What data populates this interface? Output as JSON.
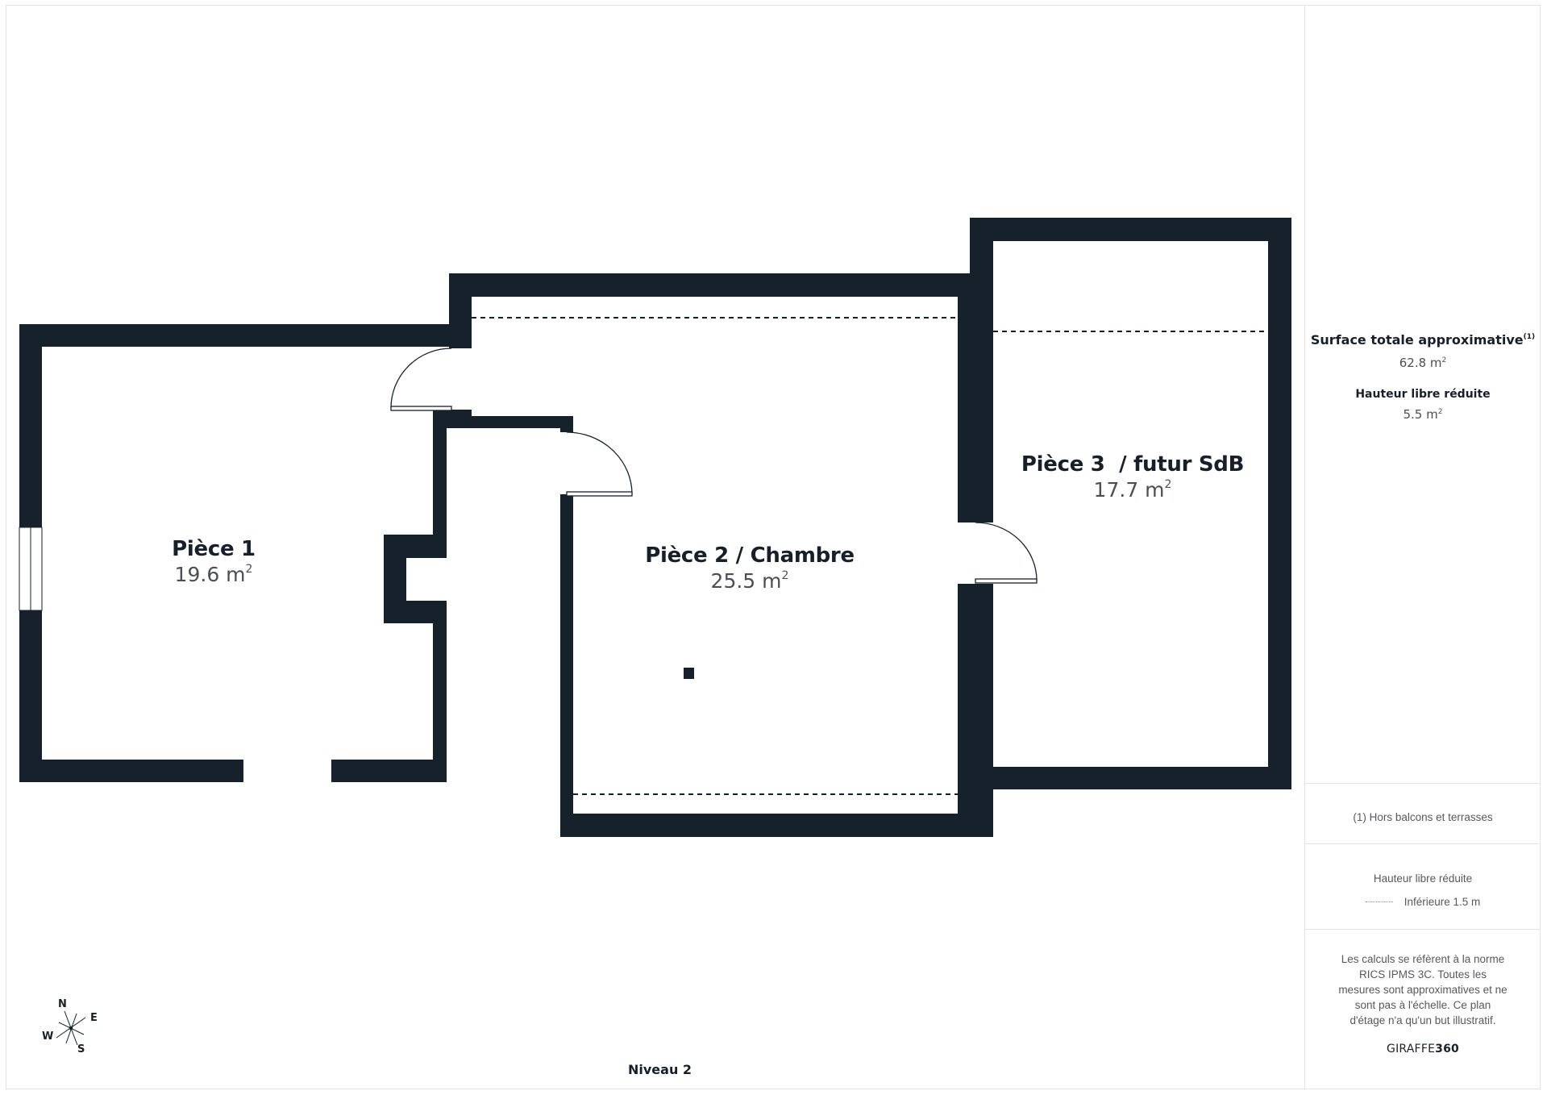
{
  "plan": {
    "level": "Niveau 2",
    "wall_color": "#17212b",
    "rooms": [
      {
        "name": "Pièce 1",
        "area_value": "19.6 m",
        "area_unit_sup": "2"
      },
      {
        "name": "Pièce 2 / Chambre",
        "area_value": "25.5 m",
        "area_unit_sup": "2"
      },
      {
        "name": "Pièce 3  / futur SdB",
        "area_value": "17.7 m",
        "area_unit_sup": "2"
      }
    ],
    "compass": {
      "n": "N",
      "e": "E",
      "s": "S",
      "w": "W"
    }
  },
  "panel": {
    "total_title": "Surface totale approximative",
    "total_title_sup": "(1)",
    "total_value": "62.8 m",
    "total_value_sup": "2",
    "reduced_title": "Hauteur libre réduite",
    "reduced_value": "5.5 m",
    "reduced_value_sup": "2",
    "footnote": "(1) Hors balcons et terrasses",
    "legend_title": "Hauteur libre réduite",
    "legend_item": "Inférieure 1.5 m",
    "disclaimer": "Les calculs se réfèrent à la norme RICS IPMS 3C. Toutes les mesures sont approximatives et ne sont pas à l'échelle. Ce plan d'étage n'a qu'un but illustratif.",
    "brand_light": "GIRAFFE",
    "brand_bold": "360"
  }
}
